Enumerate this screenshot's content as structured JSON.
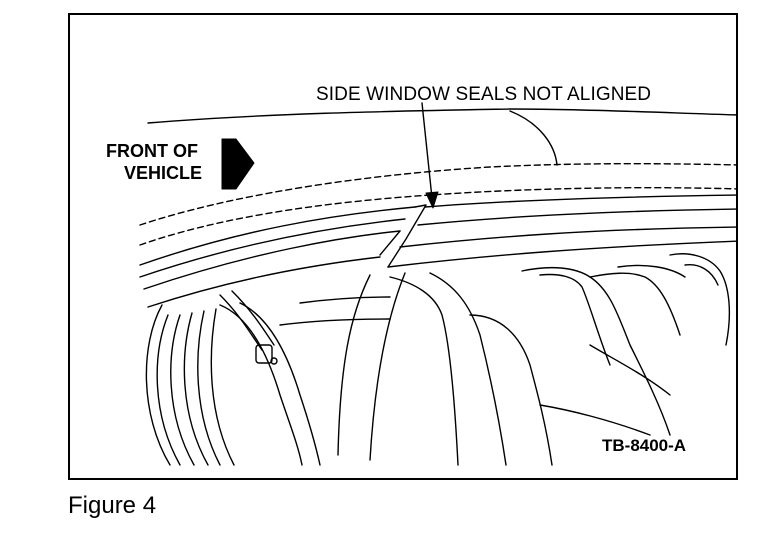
{
  "figure": {
    "caption": "Figure 4",
    "id_label": "TB-8400-A",
    "callout": "SIDE WINDOW SEALS NOT ALIGNED",
    "direction": {
      "line1": "FRONT OF",
      "line2": "VEHICLE",
      "arrow_icon": "right-arrow-icon"
    },
    "ink_color": "#000000",
    "paper_color": "#ffffff"
  }
}
